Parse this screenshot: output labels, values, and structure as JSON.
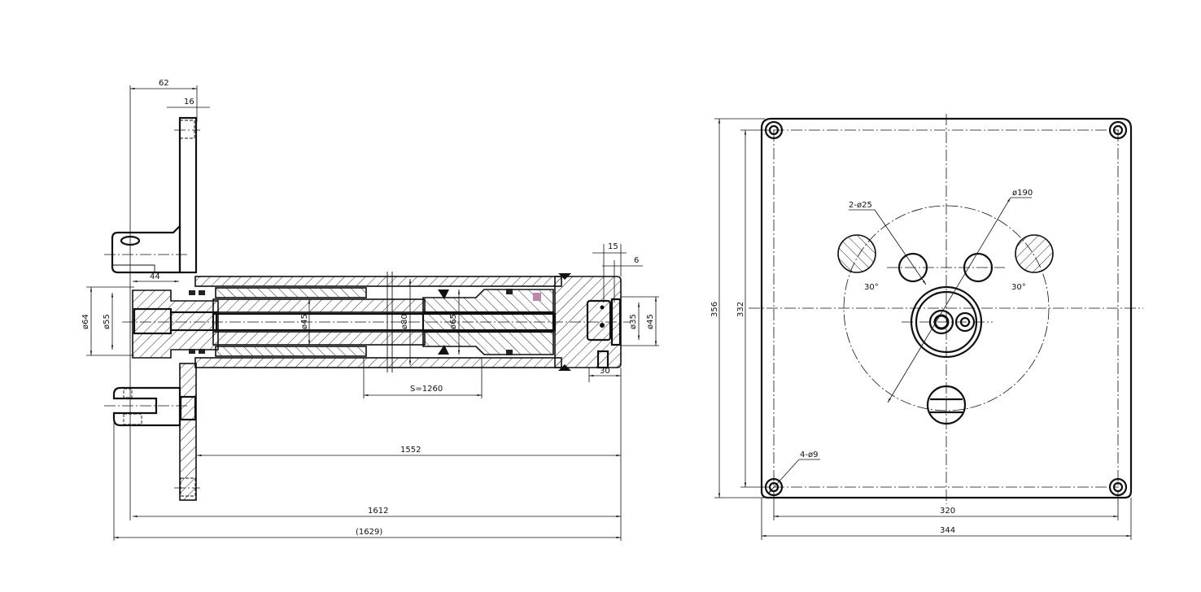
{
  "drawing": {
    "type": "engineering-drawing",
    "views": [
      "side-section-view",
      "end-view"
    ],
    "side_view": {
      "dimensions": {
        "flange_offset": "62",
        "flange_thickness": "16",
        "clevis_width": "44",
        "rod_end_outer_dia": "ø64",
        "rod_end_inner_dia": "ø55",
        "rod_dia": "ø45",
        "bore_dia": "ø80",
        "piston_dia": "ø65",
        "stroke": "S=1260",
        "cap_offset_a": "15",
        "cap_offset_b": "6",
        "port_dia_inner": "ø35",
        "port_dia_outer": "ø45",
        "cap_length": "30",
        "body_length": "1552",
        "mount_length": "1612",
        "overall_length": "(1629)"
      }
    },
    "end_view": {
      "dimensions": {
        "plate_height": "356",
        "hole_spacing_vertical": "332",
        "hole_spacing_horizontal": "320",
        "plate_width": "344",
        "pitch_circle_dia": "ø190",
        "port_holes": "2-ø25",
        "mount_holes": "4-ø9",
        "angle_left": "30°",
        "angle_right": "30°"
      }
    }
  }
}
